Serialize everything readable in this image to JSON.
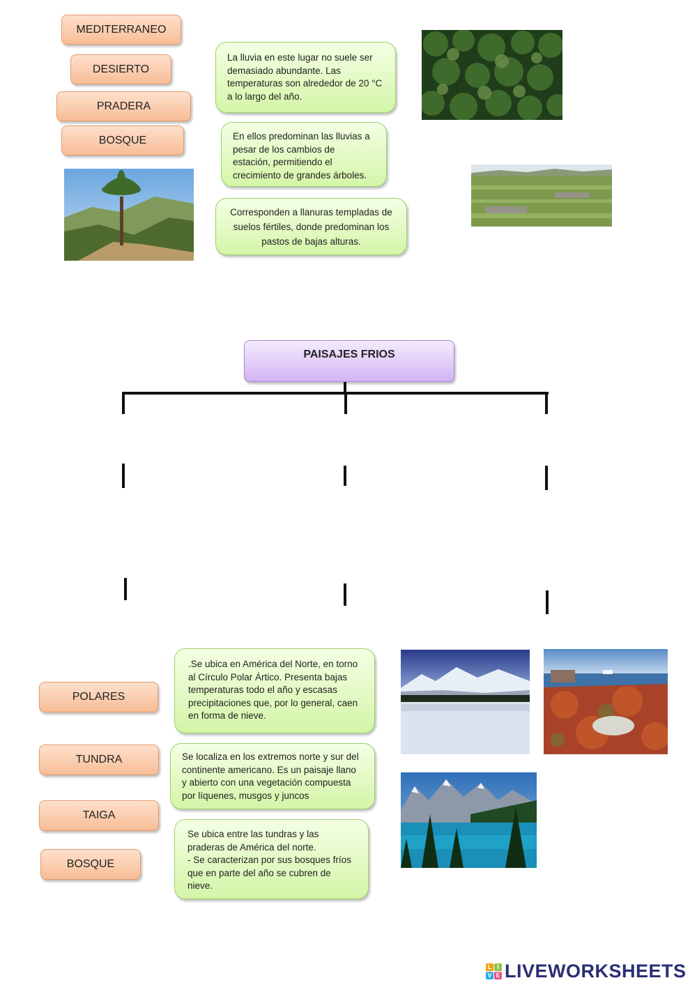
{
  "warm_section": {
    "labels": [
      "MEDITERRANEO",
      "DESIERTO",
      "PRADERA",
      "BOSQUE"
    ],
    "descriptions": [
      "La lluvia en este lugar no suele ser demasiado abundante. Las temperaturas son alrededor de 20 °C a lo largo del año.",
      "En ellos predominan las lluvias a pesar de los cambios de estación, permitiendo el crecimiento de grandes árboles.",
      "Corresponden a llanuras templadas  de suelos fértiles, donde predominan los pastos de bajas alturas."
    ]
  },
  "cold_section": {
    "title": "PAISAJES FRIOS",
    "labels": [
      "POLARES",
      "TUNDRA",
      "TAIGA",
      "BOSQUE"
    ],
    "descriptions": [
      ".Se ubica en América del Norte, en torno al Círculo Polar Ártico. Presenta bajas temperaturas todo el año y escasas precipitaciones que, por lo general, caen en forma de nieve.",
      "Se localiza en los extremos norte y sur del continente americano. Es un paisaje llano y abierto con una vegetación compuesta por líquenes, musgos y juncos",
      "Se ubica entre las tundras y las praderas de América del norte.\n- Se caracterizan por sus bosques fríos que en parte del año se cubren de nieve."
    ]
  },
  "branding": {
    "logo_text": "LIVEWORKSHEETS",
    "logo_letters": [
      "L",
      "I",
      "V",
      "E"
    ],
    "icon": "liveworksheets-logo-icon",
    "colors": {
      "l": "#f39c12",
      "i": "#8bc34a",
      "v": "#29a9e0",
      "e": "#e84e89",
      "text": "#2b2e74"
    }
  }
}
